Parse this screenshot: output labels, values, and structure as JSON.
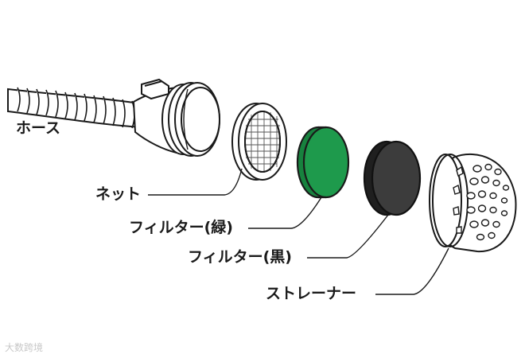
{
  "labels": {
    "hose": "ホース",
    "net": "ネット",
    "filter_green": "フィルター(緑)",
    "filter_black": "フィルター(黒)",
    "strainer": "ストレーナー"
  },
  "watermark": "大数跨境",
  "colors": {
    "filter_green": "#1e9a4c",
    "filter_black": "#3c3c3c",
    "outline": "#1a1a1a"
  }
}
